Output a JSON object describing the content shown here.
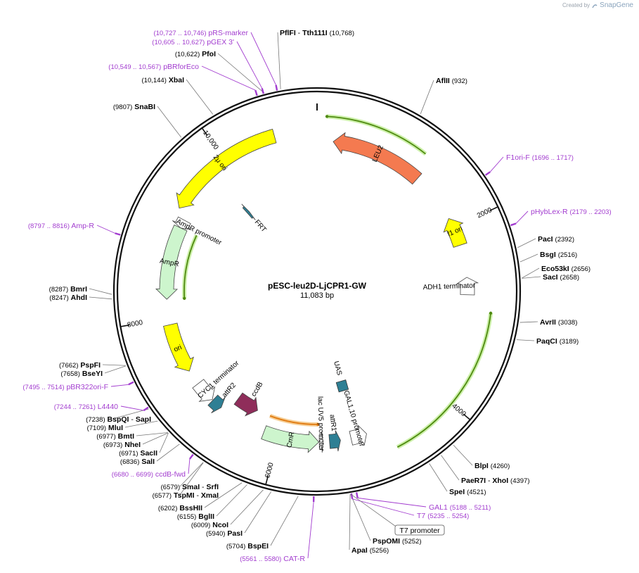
{
  "credit": {
    "created_by": "Created by",
    "brand": "SnapGene"
  },
  "plasmid": {
    "name": "pESC-leu2D-LjCPR1-GW",
    "length_label": "11,083 bp"
  },
  "colors": {
    "backbone": "#111111",
    "enzyme_text": "#000000",
    "primer": "#a23ccf",
    "yellow": "#ffff00",
    "leu2": "#f47a50",
    "light_green": "#cdf5cd",
    "teal": "#2e7f94",
    "ccdB": "#8f2d5a",
    "orf_green": "#4f8a10",
    "orf_orange": "#e07a10",
    "tick": "#777777"
  },
  "scale": [
    {
      "label": "2000",
      "pos": 2000
    },
    {
      "label": "4000",
      "pos": 4000
    },
    {
      "label": "6000",
      "pos": 6000
    },
    {
      "label": "8000",
      "pos": 8000
    },
    {
      "label": "10,000",
      "pos": 10000
    }
  ],
  "features": [
    {
      "name": "LEU2",
      "start": 190,
      "end": 1283,
      "dir": -1,
      "color": "leu2",
      "lane": 4,
      "label_mode": "inside"
    },
    {
      "name": "f1 ori",
      "start": 1880,
      "end": 2220,
      "dir": -1,
      "color": "yellow",
      "lane": 4,
      "label_mode": "inside"
    },
    {
      "name": "ADH1 terminator",
      "start": 2605,
      "end": 2810,
      "dir": -1,
      "color": "white",
      "lane": 4,
      "label_mode": "outside_inner"
    },
    {
      "name": "GAL1,10 promoter",
      "start": 4950,
      "end": 5140,
      "dir": -1,
      "color": "white",
      "lane": 4,
      "label_mode": "outside_inner"
    },
    {
      "name": "attR1",
      "start": 5265,
      "end": 5395,
      "dir": -1,
      "color": "teal",
      "lane": 4,
      "label_mode": "outside_inner"
    },
    {
      "name": "CmR",
      "start": 5520,
      "end": 6180,
      "dir": -1,
      "color": "light_green",
      "lane": 4,
      "label_mode": "inside"
    },
    {
      "name": "lac UV5 promoter",
      "start": 5470,
      "end": 5515,
      "dir": -1,
      "color": "white",
      "lane": 4,
      "label_mode": "outside_inner"
    },
    {
      "name": "ccdB",
      "start": 6360,
      "end": 6660,
      "dir": -1,
      "color": "ccdB",
      "lane": 5,
      "label_mode": "outside_inner"
    },
    {
      "name": "attR2",
      "start": 6760,
      "end": 6890,
      "dir": -1,
      "color": "teal",
      "lane": 4,
      "label_mode": "outside_inner"
    },
    {
      "name": "CYC1 terminator",
      "start": 6900,
      "end": 7150,
      "dir": -1,
      "color": "white",
      "lane": 4,
      "label_mode": "outside_inner"
    },
    {
      "name": "ori",
      "start": 7330,
      "end": 7920,
      "dir": -1,
      "color": "yellow",
      "lane": 4,
      "label_mode": "inside"
    },
    {
      "name": "AmpR",
      "start": 8220,
      "end": 9080,
      "dir": -1,
      "color": "light_green",
      "lane": 4,
      "label_mode": "inside"
    },
    {
      "name": "AmpR promoter",
      "start": 9080,
      "end": 9180,
      "dir": -1,
      "color": "white",
      "lane": 4,
      "label_mode": "outside_inner"
    },
    {
      "name": "2μ ori",
      "start": 9270,
      "end": 10610,
      "dir": -1,
      "color": "yellow",
      "lane": 3,
      "label_mode": "inside"
    },
    {
      "name": "FRT",
      "start": 9800,
      "end": 9840,
      "dir": 1,
      "color": "teal",
      "lane": 1,
      "label_mode": "outside_inner"
    },
    {
      "name": "UAS",
      "start": 5050,
      "end": 5110,
      "dir": 0,
      "color": "teal",
      "lane": 2,
      "label_mode": "outside_inner"
    }
  ],
  "orfs": [
    {
      "start": 100,
      "end": 1180,
      "dir": -1,
      "color": "orf_green"
    },
    {
      "start": 2990,
      "end": 4700,
      "dir": -1,
      "color": "orf_green"
    },
    {
      "start": 5530,
      "end": 6180,
      "dir": -1,
      "color": "orf_orange"
    },
    {
      "start": 8220,
      "end": 9080,
      "dir": -1,
      "color": "orf_green"
    }
  ],
  "enzymes": [
    {
      "text": "PflFI",
      "second": "Tth111I",
      "coord": "(10,768)",
      "pos": 10768,
      "side": "right"
    },
    {
      "text": "AflII",
      "coord": "(932)",
      "pos": 932,
      "side": "right"
    },
    {
      "text": "PacI",
      "coord": "(2392)",
      "pos": 2392,
      "side": "right"
    },
    {
      "text": "BsgI",
      "coord": "(2516)",
      "pos": 2516,
      "side": "right"
    },
    {
      "text": "Eco53kI",
      "coord": "(2656)",
      "pos": 2656,
      "side": "right"
    },
    {
      "text": "SacI",
      "coord": "(2658)",
      "pos": 2658,
      "side": "right"
    },
    {
      "text": "AvrII",
      "coord": "(3038)",
      "pos": 3038,
      "side": "right"
    },
    {
      "text": "PaqCI",
      "coord": "(3189)",
      "pos": 3189,
      "side": "right"
    },
    {
      "text": "BlpI",
      "coord": "(4260)",
      "pos": 4260,
      "side": "right"
    },
    {
      "text": "PaeR7I",
      "second": "XhoI",
      "coord": "(4397)",
      "pos": 4397,
      "side": "right"
    },
    {
      "text": "SpeI",
      "coord": "(4521)",
      "pos": 4521,
      "side": "right"
    },
    {
      "text": "PspOMI",
      "coord": "(5252)",
      "pos": 5252,
      "side": "right"
    },
    {
      "text": "ApaI",
      "coord": "(5256)",
      "pos": 5256,
      "side": "right"
    },
    {
      "text": "BspEI",
      "coord": "(5704)",
      "pos": 5704,
      "side": "left"
    },
    {
      "text": "PasI",
      "coord": "(5940)",
      "pos": 5940,
      "side": "left"
    },
    {
      "text": "NcoI",
      "coord": "(6009)",
      "pos": 6009,
      "side": "left"
    },
    {
      "text": "BglII",
      "coord": "(6155)",
      "pos": 6155,
      "side": "left"
    },
    {
      "text": "BssHII",
      "coord": "(6202)",
      "pos": 6202,
      "side": "left"
    },
    {
      "text": "TspMI",
      "second": "XmaI",
      "coord": "(6577)",
      "pos": 6577,
      "side": "left"
    },
    {
      "text": "SmaI",
      "second": "SrfI",
      "coord": "(6579)",
      "pos": 6579,
      "side": "left"
    },
    {
      "text": "SalI",
      "coord": "(6836)",
      "pos": 6836,
      "side": "left"
    },
    {
      "text": "SacII",
      "coord": "(6971)",
      "pos": 6971,
      "side": "left"
    },
    {
      "text": "NheI",
      "coord": "(6973)",
      "pos": 6973,
      "side": "left"
    },
    {
      "text": "BmtI",
      "coord": "(6977)",
      "pos": 6977,
      "side": "left"
    },
    {
      "text": "MluI",
      "coord": "(7109)",
      "pos": 7109,
      "side": "left"
    },
    {
      "text": "BspQI",
      "second": "SapI",
      "coord": "(7238)",
      "pos": 7238,
      "side": "left"
    },
    {
      "text": "BseYI",
      "coord": "(7658)",
      "pos": 7658,
      "side": "left"
    },
    {
      "text": "PspFI",
      "coord": "(7662)",
      "pos": 7662,
      "side": "left"
    },
    {
      "text": "AhdI",
      "coord": "(8247)",
      "pos": 8247,
      "side": "left"
    },
    {
      "text": "BmrI",
      "coord": "(8287)",
      "pos": 8287,
      "side": "left"
    },
    {
      "text": "SnaBI",
      "coord": "(9807)",
      "pos": 9807,
      "side": "left"
    },
    {
      "text": "XbaI",
      "coord": "(10,144)",
      "pos": 10144,
      "side": "left"
    },
    {
      "text": "PfoI",
      "coord": "(10,622)",
      "pos": 10622,
      "side": "left"
    }
  ],
  "primers": [
    {
      "name": "pRS-marker",
      "coord": "(10,727 .. 10,746)",
      "pos": 10736,
      "side": "left"
    },
    {
      "name": "pGEX 3'",
      "coord": "(10,605 .. 10,627)",
      "pos": 10616,
      "side": "left"
    },
    {
      "name": "pBRforEco",
      "coord": "(10,549 .. 10,567)",
      "pos": 10558,
      "side": "left"
    },
    {
      "name": "F1ori-F",
      "coord": "(1696 .. 1717)",
      "pos": 1706,
      "side": "right"
    },
    {
      "name": "pHybLex-R",
      "coord": "(2179 .. 2203)",
      "pos": 2191,
      "side": "right"
    },
    {
      "name": "GAL1",
      "coord": "(5188 .. 5211)",
      "pos": 5199,
      "side": "right"
    },
    {
      "name": "T7",
      "coord": "(5235 .. 5254)",
      "pos": 5244,
      "side": "right"
    },
    {
      "name": "CAT-R",
      "coord": "(5561 .. 5580)",
      "pos": 5570,
      "side": "left"
    },
    {
      "name": "ccdB-fwd",
      "coord": "(6680 .. 6699)",
      "pos": 6689,
      "side": "left"
    },
    {
      "name": "L4440",
      "coord": "(7244 .. 7261)",
      "pos": 7252,
      "side": "left"
    },
    {
      "name": "pBR322ori-F",
      "coord": "(7495 .. 7514)",
      "pos": 7504,
      "side": "left"
    },
    {
      "name": "Amp-R",
      "coord": "(8797 .. 8816)",
      "pos": 8806,
      "side": "left"
    }
  ],
  "boxed_label": {
    "text": "T7 promoter",
    "pos": 5250
  }
}
